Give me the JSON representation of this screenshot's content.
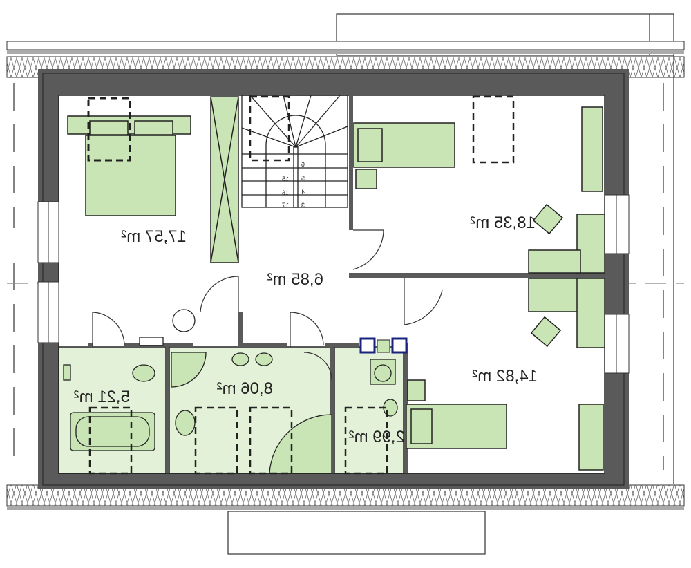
{
  "plan": {
    "rooms": [
      {
        "id": "bedroom-top-left",
        "area": "17,57 m²"
      },
      {
        "id": "bedroom-top-right",
        "area": "18,35 m²"
      },
      {
        "id": "hall",
        "area": "6,85 m²"
      },
      {
        "id": "bedroom-bottom-right",
        "area": "14,82 m²"
      },
      {
        "id": "bathroom-left",
        "area": "5,21 m²"
      },
      {
        "id": "bathroom-main",
        "area": "8,06 m²"
      },
      {
        "id": "wc",
        "area": "2,99 m²"
      }
    ],
    "stair_steps_left": [
      "17",
      "16",
      "15"
    ],
    "stair_steps_right": [
      "3",
      "4",
      "5",
      "6"
    ]
  },
  "colors": {
    "wall": "#5a5a5a",
    "furniture": "#c9e5b5",
    "wet_room": "#e3f1d8",
    "boiler": "#1a237e"
  }
}
